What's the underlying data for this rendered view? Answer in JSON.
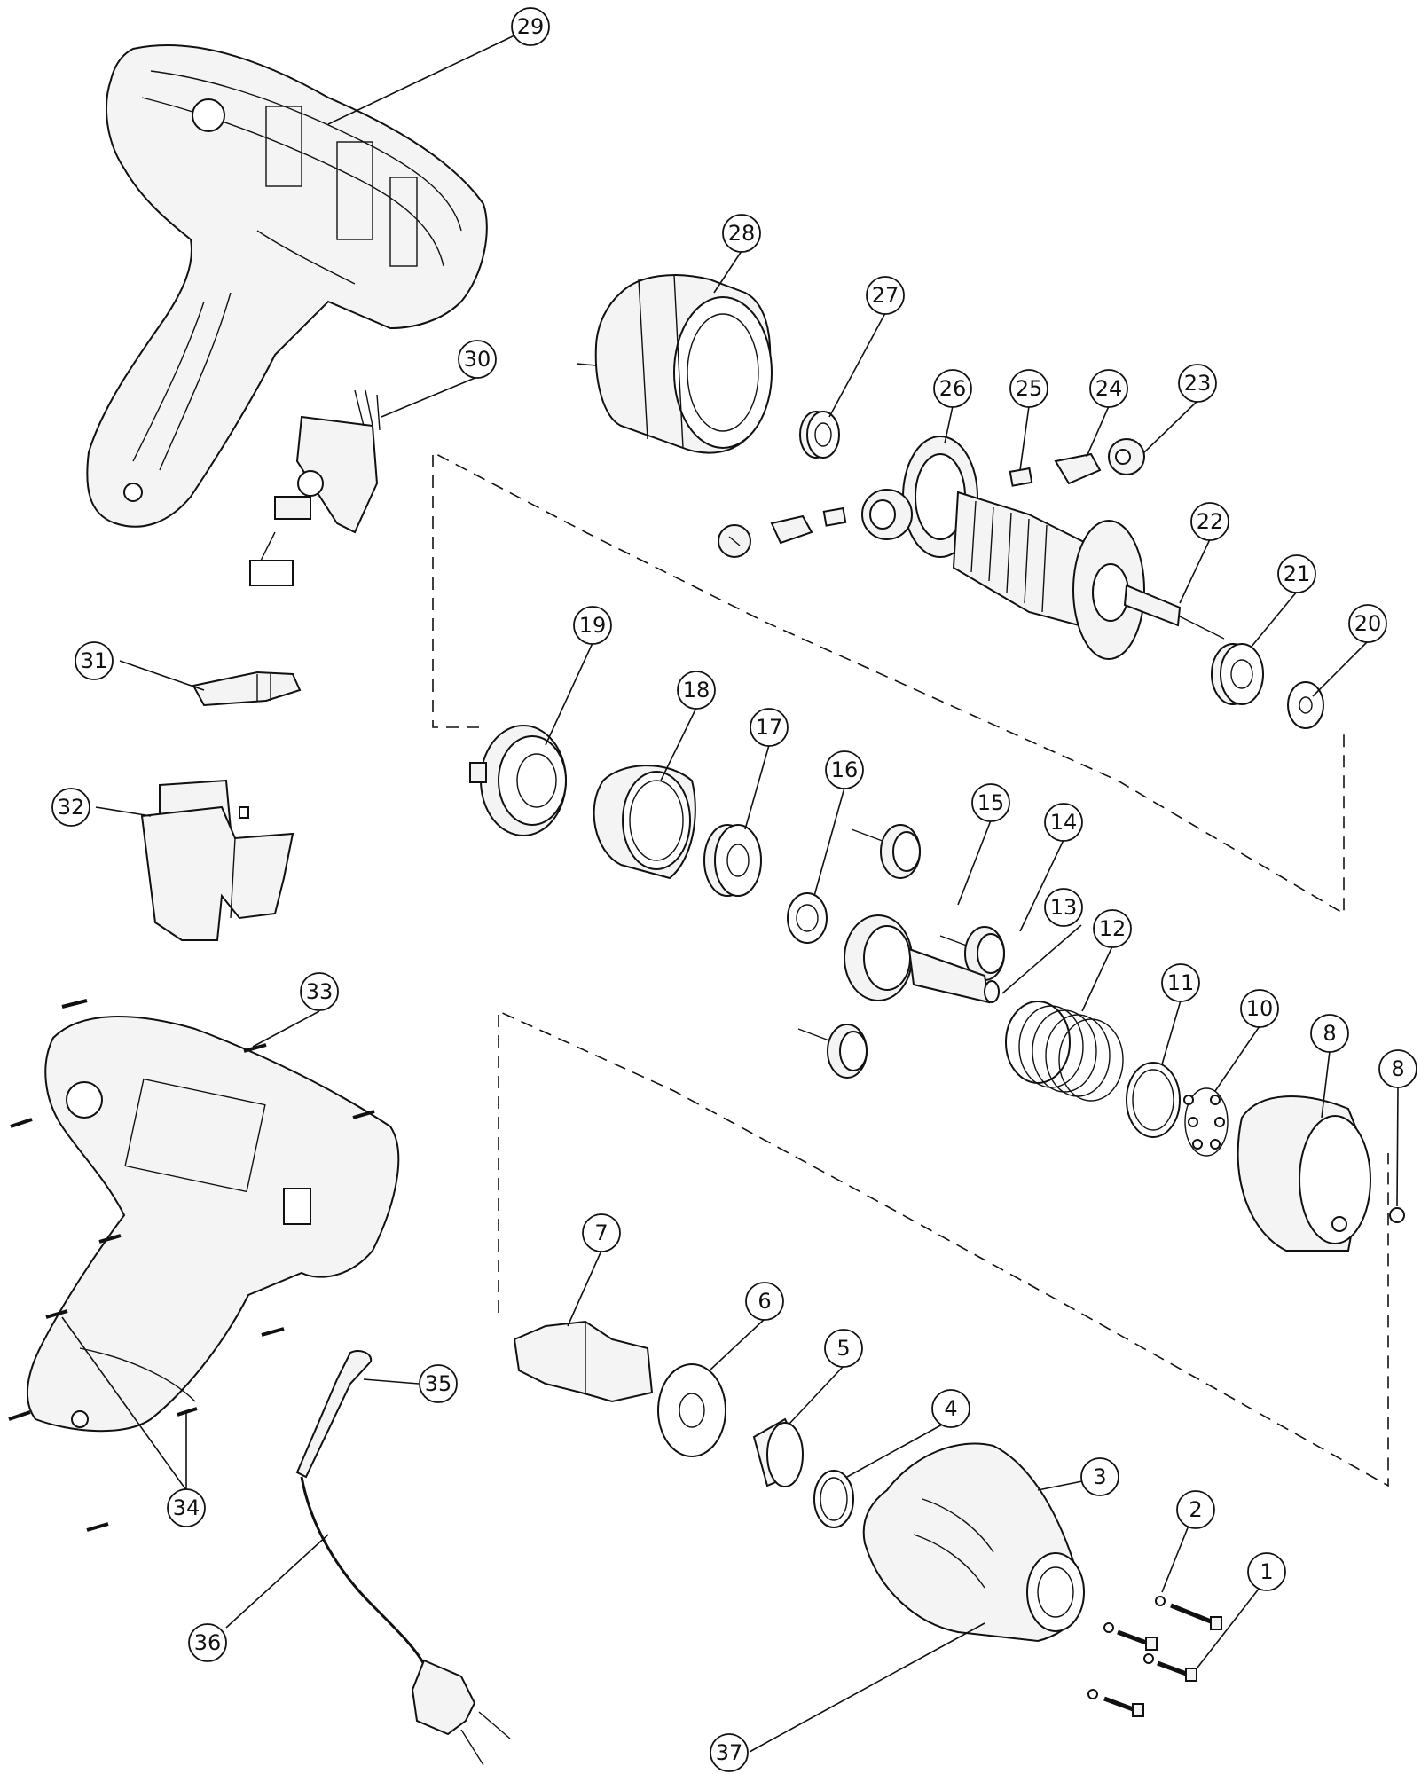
{
  "diagram": {
    "callouts": [
      {
        "id": "c1",
        "label": "1"
      },
      {
        "id": "c2",
        "label": "2"
      },
      {
        "id": "c3",
        "label": "3"
      },
      {
        "id": "c4",
        "label": "4"
      },
      {
        "id": "c5",
        "label": "5"
      },
      {
        "id": "c6",
        "label": "6"
      },
      {
        "id": "c7",
        "label": "7"
      },
      {
        "id": "c8a",
        "label": "8"
      },
      {
        "id": "c8b",
        "label": "8"
      },
      {
        "id": "c10",
        "label": "10"
      },
      {
        "id": "c11",
        "label": "11"
      },
      {
        "id": "c12",
        "label": "12"
      },
      {
        "id": "c13",
        "label": "13"
      },
      {
        "id": "c14",
        "label": "14"
      },
      {
        "id": "c15",
        "label": "15"
      },
      {
        "id": "c16",
        "label": "16"
      },
      {
        "id": "c17",
        "label": "17"
      },
      {
        "id": "c18",
        "label": "18"
      },
      {
        "id": "c19",
        "label": "19"
      },
      {
        "id": "c20",
        "label": "20"
      },
      {
        "id": "c21",
        "label": "21"
      },
      {
        "id": "c22",
        "label": "22"
      },
      {
        "id": "c23",
        "label": "23"
      },
      {
        "id": "c24",
        "label": "24"
      },
      {
        "id": "c25",
        "label": "25"
      },
      {
        "id": "c26",
        "label": "26"
      },
      {
        "id": "c27",
        "label": "27"
      },
      {
        "id": "c28",
        "label": "28"
      },
      {
        "id": "c29",
        "label": "29"
      },
      {
        "id": "c30",
        "label": "30"
      },
      {
        "id": "c31",
        "label": "31"
      },
      {
        "id": "c32",
        "label": "32"
      },
      {
        "id": "c33",
        "label": "33"
      },
      {
        "id": "c34",
        "label": "34"
      },
      {
        "id": "c35",
        "label": "35"
      },
      {
        "id": "c36",
        "label": "36"
      },
      {
        "id": "c37",
        "label": "37"
      }
    ]
  }
}
